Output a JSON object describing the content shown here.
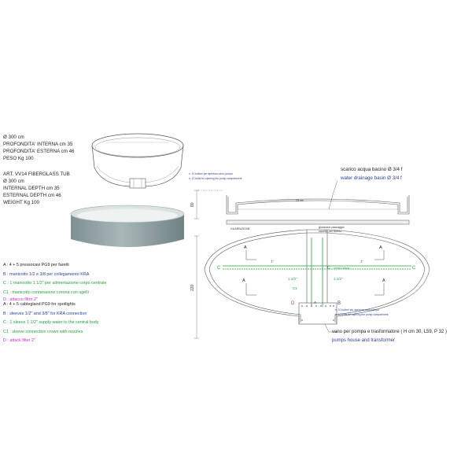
{
  "spec_it": {
    "diameter": "Ø 300 cm",
    "inner_depth": "PROFONDITA' INTERNA cm 35",
    "outer_depth": "PROFONDITA' ESTERNA cm 46",
    "weight": "PESO Kg 100"
  },
  "spec_en": {
    "art": "ART. VV14 FIBERGLASS TUB",
    "diameter": "Ø 300 cm",
    "inner_depth": "INTERNAL DEPTH cm 35",
    "outer_depth": "ESTERNAL DEPTH cm 46",
    "weight": "WEIGHT Kg 100"
  },
  "legend_it": {
    "a": "A : 4 + 5 pressocavi PG9 per faretti",
    "b": "B : manicotto 1/2 e 3/8 per collegamento KRA",
    "c": "C : 1 manicotto 1 1/2\" per alimentazione corpo centrale",
    "c1": "C1 : manicotto connessione corona con ugelli",
    "d": "D : attacco filtro 2\""
  },
  "legend_en": {
    "a": "A : 4 + 5 cablegland PG9 for spotlights",
    "b": "B : sleeves 1/2\" and 3/8\" for KRA connection",
    "c": "C : 1 sleeve 1 1/2\" supply water to the central body",
    "c1": "C1 : sleeve connection crown with nozzles",
    "d": "D : attack filter 2\""
  },
  "notes": {
    "top_it": "n. 10 bulloni per apertura vano pompa",
    "top_en": "n. 10 bolts for opening the pump compartment",
    "mid_it": "n. 10 bulloni per apertura vano pompa",
    "mid_en": "n. 10 bolts for opening the pump compartment"
  },
  "callouts": {
    "drain_it": "scarico acqua bacino Ø 3/4 f",
    "drain_en": "water drainage basin Ø 3/4 f",
    "pump_it": "vano per pompa e trasformatore ( H cm 30, L59, P 32 )",
    "pump_en": "pumps house and transformer",
    "gasket": "GUARNIZIONE",
    "passage_1": "giunzione passaggio",
    "passage_2": "cavetto per faretto",
    "central": "centro vasca"
  },
  "dims": {
    "height_top": "80",
    "height_main": "220",
    "top_width": "13 cm"
  },
  "plan_labels": {
    "a": "A",
    "b": "B",
    "c": "C",
    "c1": "C1",
    "d": "D",
    "inch": "1\"",
    "inch_half": "1 1/2\""
  },
  "colors": {
    "blue": "#2a3f9a",
    "green": "#23a23a",
    "magenta": "#d62ad0",
    "tub_wall": "#8fa0a2",
    "tub_rim": "#e6ecec"
  }
}
